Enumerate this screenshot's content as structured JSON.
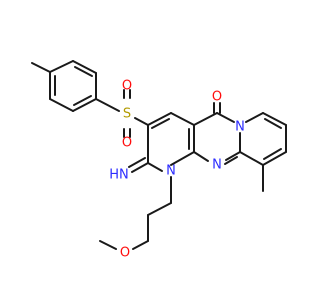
{
  "molecule": {
    "atom_labels": {
      "sulfur": "S",
      "sulfonyl_oxygen_top": "O",
      "sulfonyl_oxygen_bottom": "O",
      "carbonyl_oxygen": "O",
      "ring_nitrogen_n1": "N",
      "ring_nitrogen_bridge": "N",
      "ring_nitrogen_mid": "N",
      "imine_nh": "HN",
      "ether_oxygen": "O"
    },
    "colors": {
      "bond": "#1a1a1a",
      "nitrogen": "#2c2cff",
      "oxygen": "#ff0d0d",
      "sulfur": "#b29b00",
      "carbon": "#1a1a1a"
    }
  }
}
